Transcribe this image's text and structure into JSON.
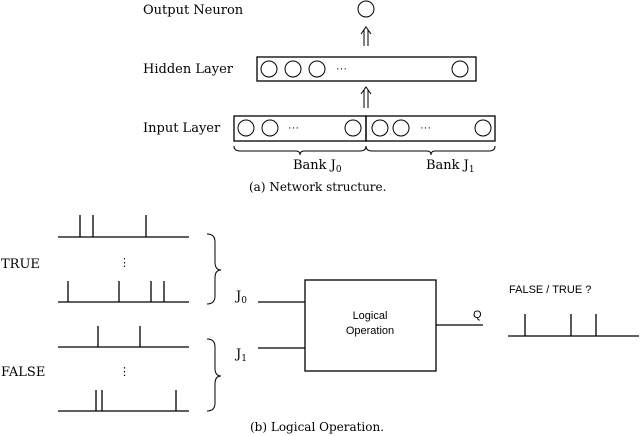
{
  "network": {
    "output_label": "Output Neuron",
    "hidden_label": "Hidden Layer",
    "input_label": "Input Layer",
    "ellipsis": "···",
    "bank0_prefix": "Bank J",
    "bank0_sub": "0",
    "bank1_prefix": "Bank J",
    "bank1_sub": "1",
    "caption": "(a)  Network structure."
  },
  "logic": {
    "true_label": "TRUE",
    "false_label": "FALSE",
    "vdots": "⋮",
    "j0_prefix": "J",
    "j0_sub": "0",
    "j1_prefix": "J",
    "j1_sub": "1",
    "box_line1": "Logical",
    "box_line2": "Operation",
    "q_label": "Q",
    "result_label": "FALSE / TRUE ?",
    "caption": "(b)  Logical Operation."
  }
}
